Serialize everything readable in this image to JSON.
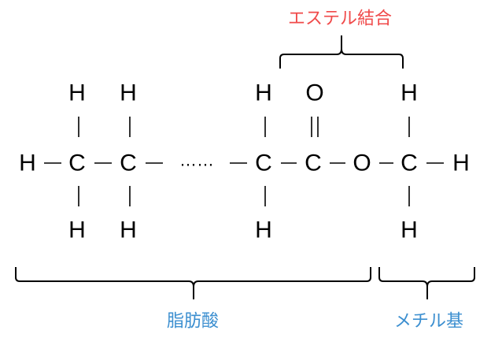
{
  "molecule": {
    "main_chain": [
      "H",
      "C",
      "C",
      "……",
      "C",
      "C",
      "O",
      "C",
      "H"
    ],
    "top_row": [
      "H",
      "H",
      "H",
      "O",
      "H"
    ],
    "bottom_row": [
      "H",
      "H",
      "H",
      "H"
    ]
  },
  "labels": {
    "ester_bond": "エステル結合",
    "fatty_acid": "脂肪酸",
    "methyl_group": "メチル基"
  },
  "colors": {
    "ester_bond": "#f04a4a",
    "fatty_acid": "#3c8fd0",
    "methyl_group": "#3c8fd0"
  }
}
